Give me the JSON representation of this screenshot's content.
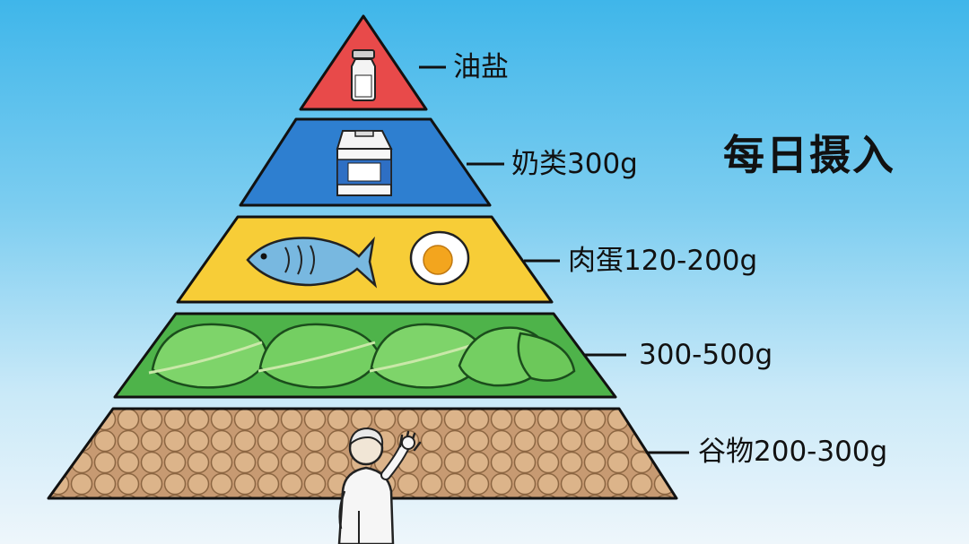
{
  "title": "每日摄入",
  "tiers": [
    {
      "label": "油盐",
      "color": "#e84a4a",
      "icon": "bottle-icon"
    },
    {
      "label": "奶类300g",
      "color": "#2e7fd0",
      "icon": "milk-carton-icon"
    },
    {
      "label": "肉蛋120-200g",
      "color": "#f7cd37",
      "icon": "fish-and-egg-icon"
    },
    {
      "label": "300-500g",
      "color": "#4eb34a",
      "icon": "leafy-vegetables-icon"
    },
    {
      "label": "谷物200-300g",
      "color": "#d6a77c",
      "icon": "grain-pattern-icon"
    }
  ],
  "figure": "elderly-person-waving-icon"
}
